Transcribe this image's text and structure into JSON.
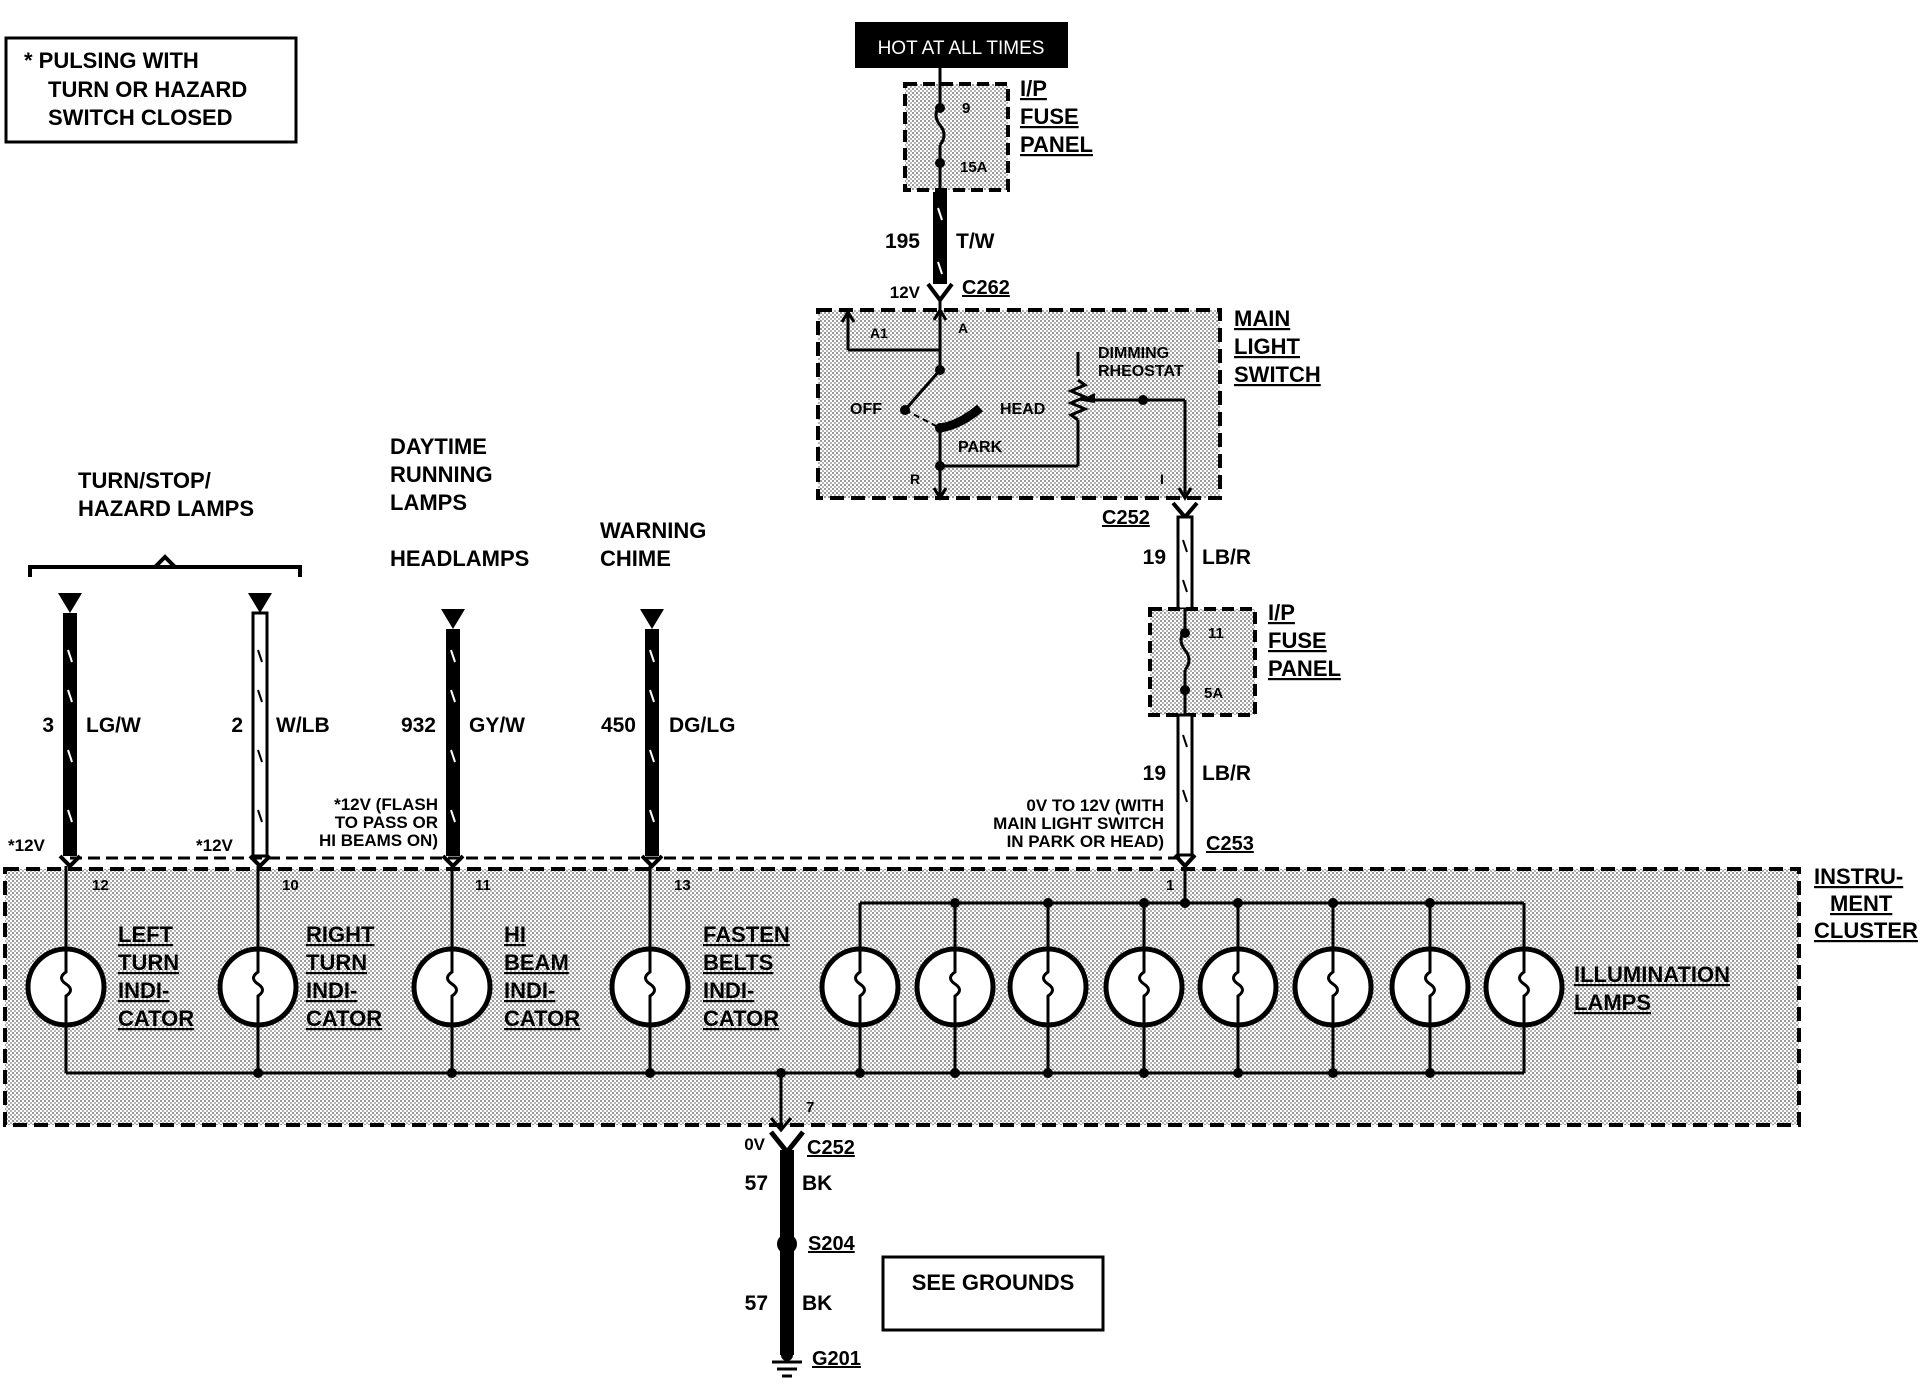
{
  "note": {
    "line1": "* PULSING WITH",
    "line2": "TURN OR HAZARD",
    "line3": "SWITCH CLOSED"
  },
  "hot_at_all_times": "HOT AT ALL TIMES",
  "fuse_top": {
    "label1": "I/P",
    "label2": "FUSE",
    "label3": "PANEL",
    "number": "9",
    "rating": "15A"
  },
  "wire_195": {
    "circuit": "195",
    "color": "T/W"
  },
  "c262": {
    "voltage": "12V",
    "connector": "C262"
  },
  "main_light_switch": {
    "label1": "MAIN",
    "label2": "LIGHT",
    "label3": "SWITCH",
    "pin_a1": "A1",
    "pin_a": "A",
    "pin_r": "R",
    "pin_i": "I",
    "off": "OFF",
    "head": "HEAD",
    "park": "PARK",
    "dimming1": "DIMMING",
    "dimming2": "RHEOSTAT"
  },
  "c252_top": "C252",
  "wire_19a": {
    "circuit": "19",
    "color": "LB/R"
  },
  "fuse_mid": {
    "label1": "I/P",
    "label2": "FUSE",
    "label3": "PANEL",
    "number": "11",
    "rating": "5A"
  },
  "wire_19b": {
    "circuit": "19",
    "color": "LB/R"
  },
  "c253_note": {
    "line1": "0V TO 12V (WITH",
    "line2": "MAIN LIGHT SWITCH",
    "line3": "IN PARK OR HEAD)"
  },
  "c253": "C253",
  "group_turn": {
    "line1": "TURN/STOP/",
    "line2": "HAZARD LAMPS"
  },
  "group_drl": {
    "line1": "DAYTIME",
    "line2": "RUNNING",
    "line3": "LAMPS"
  },
  "group_head": "HEADLAMPS",
  "group_chime": {
    "line1": "WARNING",
    "line2": "CHIME"
  },
  "wires": [
    {
      "circuit": "3",
      "color": "LG/W",
      "voltage": "*12V",
      "pin": "12"
    },
    {
      "circuit": "2",
      "color": "W/LB",
      "voltage": "*12V",
      "pin": "10"
    },
    {
      "circuit": "932",
      "color": "GY/W",
      "pin": "11"
    },
    {
      "circuit": "450",
      "color": "DG/LG",
      "pin": "13"
    }
  ],
  "flash_note": {
    "line1": "*12V (FLASH",
    "line2": "TO PASS OR",
    "line3": "HI BEAMS ON)"
  },
  "illum_pin": "1",
  "cluster": {
    "label1": "INSTRU-",
    "label2": "MENT",
    "label3": "CLUSTER"
  },
  "indicators": [
    {
      "l1": "LEFT",
      "l2": "TURN",
      "l3": "INDI-",
      "l4": "CATOR"
    },
    {
      "l1": "RIGHT",
      "l2": "TURN",
      "l3": "INDI-",
      "l4": "CATOR"
    },
    {
      "l1": "HI",
      "l2": "BEAM",
      "l3": "INDI-",
      "l4": "CATOR"
    },
    {
      "l1": "FASTEN",
      "l2": "BELTS",
      "l3": "INDI-",
      "l4": "CATOR"
    }
  ],
  "illumination": {
    "line1": "ILLUMINATION",
    "line2": "LAMPS"
  },
  "ground": {
    "pin": "7",
    "voltage": "0V",
    "connector": "C252",
    "wire1_circuit": "57",
    "wire1_color": "BK",
    "splice": "S204",
    "wire2_circuit": "57",
    "wire2_color": "BK",
    "ground_point": "G201",
    "see_grounds": "SEE GROUNDS"
  }
}
